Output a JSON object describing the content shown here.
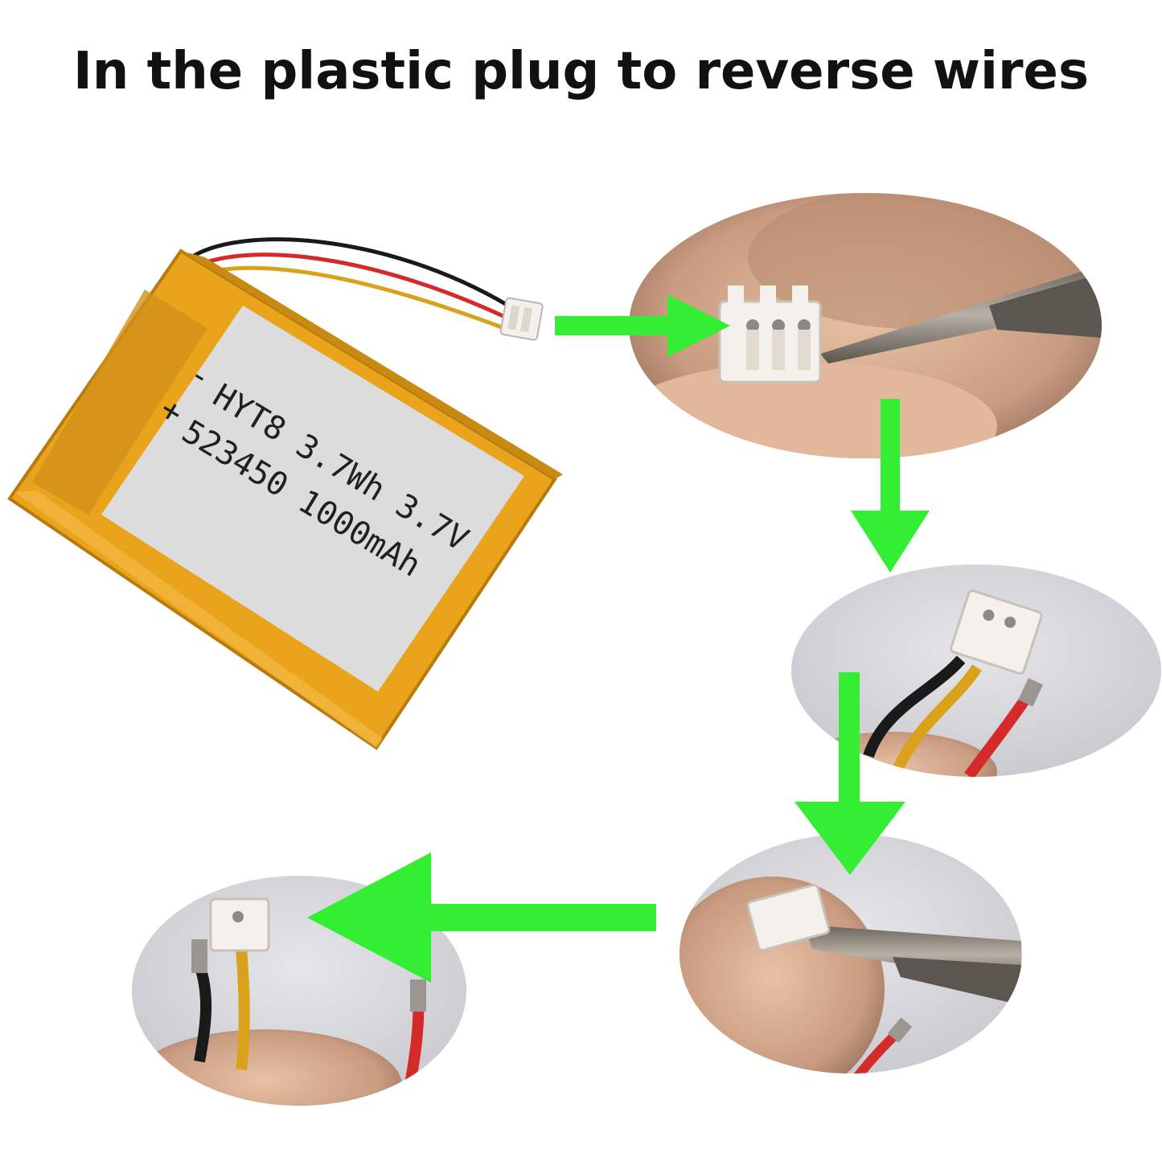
{
  "headline": "In the plastic plug to reverse wires",
  "battery": {
    "line1": "HYT8 3.7Wh 3.7V",
    "line2": "523450 1000mAh",
    "minus": "-",
    "plus": "+"
  },
  "colors": {
    "arrow": "#33ee33",
    "battery_body": "#e9a41c",
    "label": "#dcdcdc",
    "wire_black": "#1a1a1a",
    "wire_red": "#d42a2a",
    "wire_yellow": "#d9a21a",
    "connector": "#f4f1ec"
  }
}
